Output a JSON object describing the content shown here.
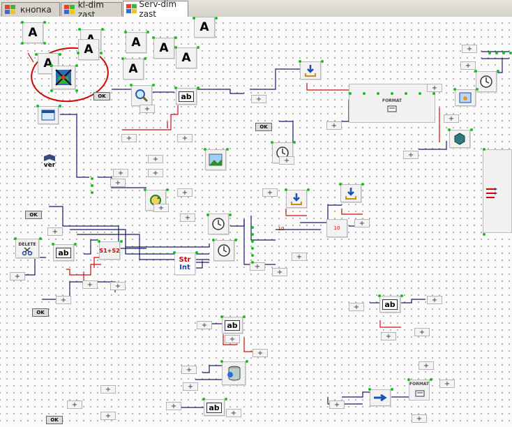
{
  "tabs": [
    {
      "label": "кнопка",
      "active": false
    },
    {
      "label": "kl-dim zast",
      "active": false
    },
    {
      "label": "Serv-dim zast",
      "active": true
    }
  ],
  "components": {
    "text_label": "A",
    "ok_label": "OK",
    "ver_label": "ver",
    "delete_label": "DELETE",
    "edit_label": "ab",
    "format_label": "FORMAT",
    "concat_label": "S1+S2",
    "str_label": "Str",
    "int_label": "Int",
    "plus_label": "+",
    "num_label": "10"
  },
  "colors": {
    "wire_dark": "#1a1a6e",
    "wire_red": "#cc1111",
    "pin_green": "#1ac11a",
    "annotation": "#d40000"
  },
  "icons": [
    "windows-flag-icon",
    "magnifier-icon",
    "clock-icon",
    "download-arrow-icon",
    "picture-icon",
    "scissors-icon",
    "database-icon",
    "cube-icon",
    "book-icon"
  ]
}
